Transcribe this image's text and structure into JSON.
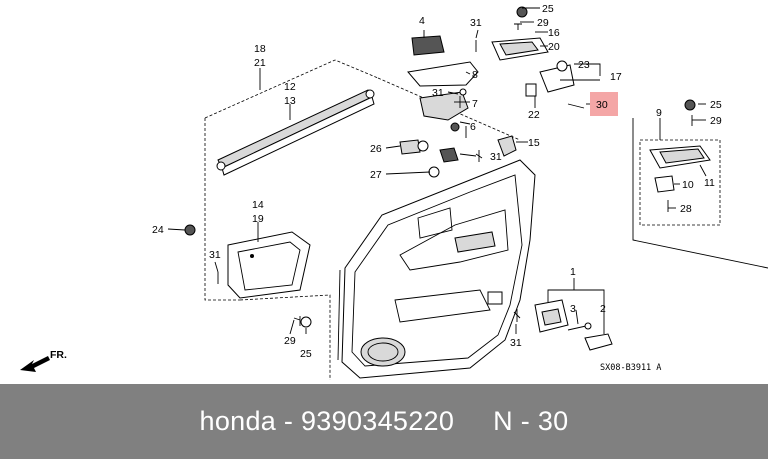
{
  "caption": "honda - 9390345220     N - 30",
  "diagram_code": "SX08-B3911 A",
  "front_marker": "FR.",
  "highlight_color": "#f4a6a6",
  "caption_bg": "#808080",
  "callouts": {
    "c1": "1",
    "c2": "2",
    "c3": "3",
    "c4": "4",
    "c6": "6",
    "c7": "7",
    "c8": "8",
    "c9": "9",
    "c10": "10",
    "c11": "11",
    "c12": "12",
    "c13": "13",
    "c14": "14",
    "c15": "15",
    "c16": "16",
    "c17": "17",
    "c18": "18",
    "c19": "19",
    "c20": "20",
    "c21": "21",
    "c22": "22",
    "c23": "23",
    "c24": "24",
    "c25a": "25",
    "c25b": "25",
    "c25c": "25",
    "c26": "26",
    "c27": "27",
    "c28": "28",
    "c29a": "29",
    "c29b": "29",
    "c29c": "29",
    "c30": "30",
    "c31a": "31",
    "c31b": "31",
    "c31c": "31",
    "c31d": "31",
    "c31e": "31"
  }
}
